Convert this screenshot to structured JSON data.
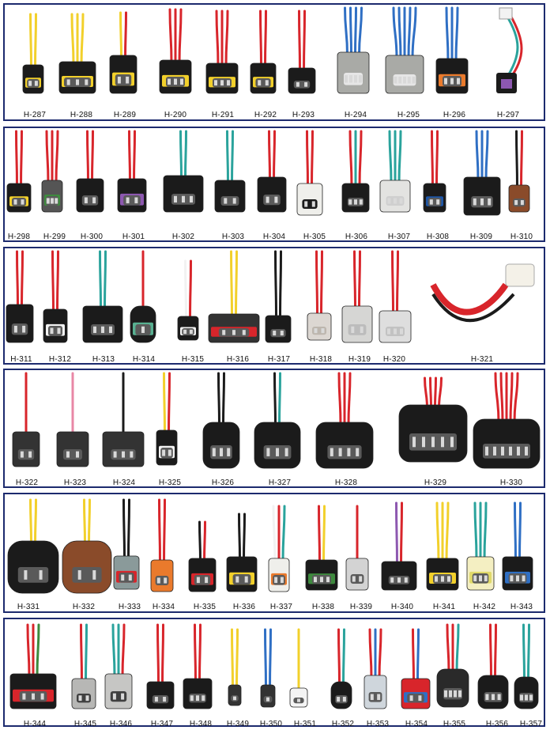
{
  "colors": {
    "frame": "#1c2a6e",
    "black": "#1b1b1b",
    "grey": "#a9aaa6",
    "white": "#efefeb",
    "orange": "#ea7a2c",
    "brown": "#8a4b2a",
    "yellow": "#f2d02b",
    "green": "#3e8a3e",
    "purple": "#8d58b0",
    "blue": "#1d56a8"
  },
  "rows": [
    {
      "labels": [
        "H-287",
        "H-288",
        "H-289",
        "H-290",
        "H-291",
        "H-292",
        "H-293",
        "H-294",
        "H-295",
        "H-296",
        "H-297"
      ]
    },
    {
      "labels": [
        "H-298",
        "H-299",
        "H-300",
        "H-301",
        "H-302",
        "H-303",
        "H-304",
        "H-305",
        "H-306",
        "H-307",
        "H-308",
        "H-309",
        "H-310"
      ]
    },
    {
      "labels": [
        "H-311",
        "H-312",
        "H-313",
        "H-314",
        "H-315",
        "H-316",
        "H-317",
        "H-318",
        "H-319",
        "H-320",
        "H-321"
      ]
    },
    {
      "labels": [
        "H-322",
        "H-323",
        "H-324",
        "H-325",
        "H-326",
        "H-327",
        "H-328",
        "H-329",
        "H-330"
      ]
    },
    {
      "labels": [
        "H-331",
        "H-332",
        "H-333",
        "H-334",
        "H-335",
        "H-336",
        "H-337",
        "H-338",
        "H-339",
        "H-340",
        "H-341",
        "H-342",
        "H-343"
      ]
    },
    {
      "labels": [
        "H-344",
        "H-345",
        "H-346",
        "H-347",
        "H-348",
        "H-349",
        "H-350",
        "H-351",
        "H-352",
        "H-353",
        "H-354",
        "H-355",
        "H-356",
        "H-357"
      ]
    }
  ]
}
